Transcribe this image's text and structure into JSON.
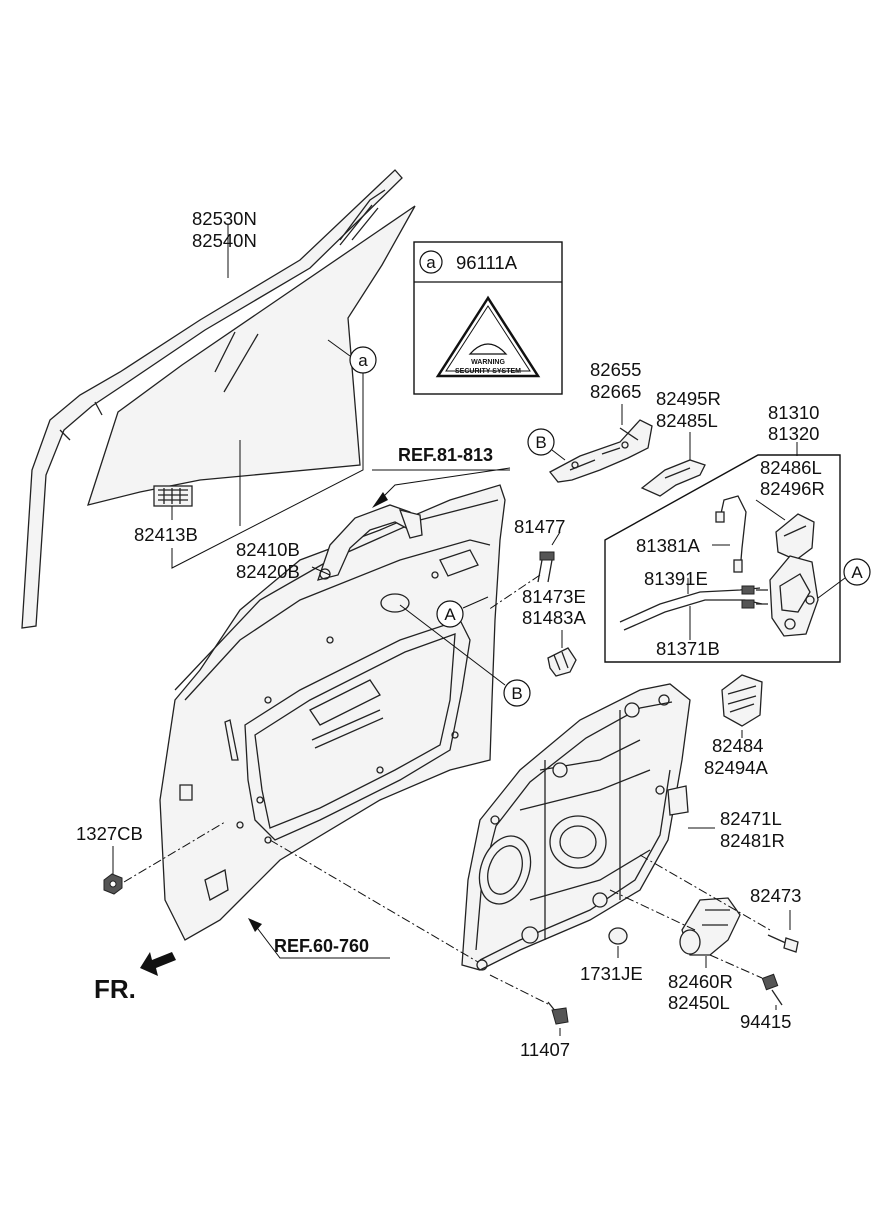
{
  "parts": {
    "glass_run_1": "82530N",
    "glass_run_2": "82540N",
    "clip": "82413B",
    "glass_1": "82410B",
    "glass_2": "82420B",
    "label_box_code": "96111A",
    "label_box_marker": "a",
    "warning_title": "WARNING",
    "warning_sub": "SECURITY SYSTEM",
    "handle_ref": "REF.81-813",
    "screw_81477": "81477",
    "bracket_1": "81473E",
    "bracket_2": "81483A",
    "handle_frame_1": "82655",
    "handle_frame_2": "82665",
    "cover_1": "82495R",
    "cover_2": "82485L",
    "latch_1": "81310",
    "latch_2": "81320",
    "latch_cover_1": "82486L",
    "latch_cover_2": "82496R",
    "rod_81381a": "81381A",
    "cable_81391e": "81391E",
    "cable_81371b": "81371B",
    "bracket_82484": "82484",
    "bracket_82494a": "82494A",
    "module_1": "82471L",
    "module_2": "82481R",
    "nut": "1327CB",
    "bolt_82473": "82473",
    "cap": "1731JE",
    "motor_1": "82460R",
    "motor_2": "82450L",
    "bolt_11407": "11407",
    "screw_94415": "94415",
    "door_ref": "REF.60-760",
    "front": "FR."
  },
  "callouts": {
    "a": "a",
    "A": "A",
    "B": "B"
  }
}
